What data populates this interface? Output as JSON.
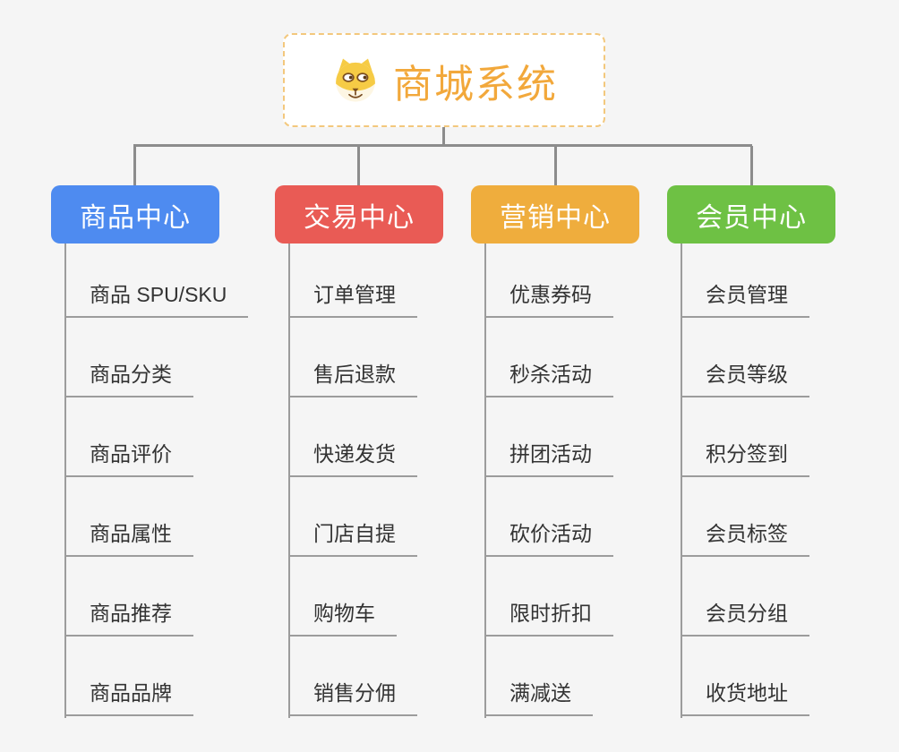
{
  "canvas": {
    "background": "#f5f5f5",
    "connector_color": "#8c8c8c",
    "subline_color": "#9c9c9c"
  },
  "root": {
    "title": "商城系统",
    "icon": "dog-face-icon",
    "text_color": "#f2a83b",
    "border_color": "#f3c87d",
    "background": "#ffffff"
  },
  "branches": [
    {
      "label": "商品中心",
      "color": "#4e8bf0",
      "children": [
        "商品 SPU/SKU",
        "商品分类",
        "商品评价",
        "商品属性",
        "商品推荐",
        "商品品牌"
      ]
    },
    {
      "label": "交易中心",
      "color": "#e95b55",
      "children": [
        "订单管理",
        "售后退款",
        "快递发货",
        "门店自提",
        "购物车",
        "销售分佣"
      ]
    },
    {
      "label": "营销中心",
      "color": "#efad3d",
      "children": [
        "优惠券码",
        "秒杀活动",
        "拼团活动",
        "砍价活动",
        "限时折扣",
        "满减送"
      ]
    },
    {
      "label": "会员中心",
      "color": "#6ec144",
      "children": [
        "会员管理",
        "会员等级",
        "积分签到",
        "会员标签",
        "会员分组",
        "收货地址"
      ]
    }
  ]
}
